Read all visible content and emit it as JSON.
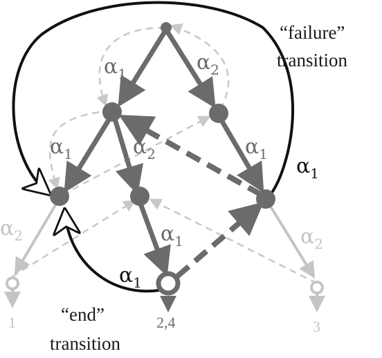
{
  "captions": {
    "failure_quote": "“failure”",
    "failure_word": "transition",
    "end_quote": "“end”",
    "end_word": "transition"
  },
  "alpha_label": {
    "symbol": "α",
    "sub1": "1",
    "sub2": "2"
  },
  "outputs": {
    "left": "1",
    "middle": "2,4",
    "right": "3"
  },
  "colors": {
    "dark_gray": "#6b6b6b",
    "light_gray": "#c4c4c4",
    "black": "#111111",
    "dashed_light": "#c8c8c8"
  }
}
